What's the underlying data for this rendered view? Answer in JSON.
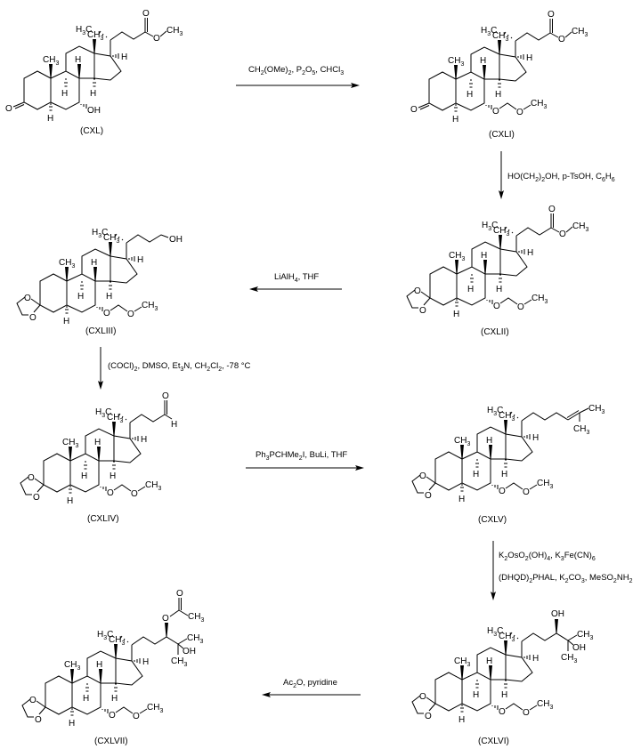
{
  "scheme": {
    "compounds": [
      {
        "id": "CXL",
        "label": "(CXL)"
      },
      {
        "id": "CXLI",
        "label": "(CXLI)"
      },
      {
        "id": "CXLII",
        "label": "(CXLII)"
      },
      {
        "id": "CXLIII",
        "label": "(CXLIII)"
      },
      {
        "id": "CXLIV",
        "label": "(CXLIV)"
      },
      {
        "id": "CXLV",
        "label": "(CXLV)"
      },
      {
        "id": "CXLVI",
        "label": "(CXLVI)"
      },
      {
        "id": "CXLVII",
        "label": "(CXLVII)"
      }
    ],
    "reactions": [
      {
        "from": "CXL",
        "to": "CXLI",
        "direction": "right",
        "conditions": [
          "CH2(OMe)2, P2O5, CHCl3"
        ]
      },
      {
        "from": "CXLI",
        "to": "CXLII",
        "direction": "down",
        "conditions": [
          "HO(CH2)2OH, p-TsOH, C6H6"
        ]
      },
      {
        "from": "CXLII",
        "to": "CXLIII",
        "direction": "left",
        "conditions": [
          "LiAlH4, THF"
        ]
      },
      {
        "from": "CXLIII",
        "to": "CXLIV",
        "direction": "down",
        "conditions": [
          "(COCl)2, DMSO, Et3N, CH2Cl2, -78 °C"
        ]
      },
      {
        "from": "CXLIV",
        "to": "CXLV",
        "direction": "right",
        "conditions": [
          "Ph3PCHMe2I, BuLi, THF"
        ]
      },
      {
        "from": "CXLV",
        "to": "CXLVI",
        "direction": "down",
        "conditions": [
          "K2OsO2(OH)4, K3Fe(CN)6",
          "(DHQD)2PHAL, K2CO3, MeSO2NH2"
        ]
      },
      {
        "from": "CXLVI",
        "to": "CXLVII",
        "direction": "left",
        "conditions": [
          "Ac2O, pyridine"
        ]
      }
    ],
    "text": {
      "ch3": "CH",
      "h3c": "H",
      "c": "C",
      "h": "H",
      "o": "O",
      "oh": "OH",
      "three": "3",
      "cond1": {
        "a": "CH",
        "b": "2",
        "c": "(OMe)",
        "d": "2",
        "e": ", P",
        "f": "2",
        "g": "O",
        "h": "5",
        "i": ", CHCl",
        "j": "3"
      },
      "cond2": {
        "a": "HO(CH",
        "b": "2",
        "c": ")",
        "d": "2",
        "e": "OH, p-TsOH, C",
        "f": "6",
        "g": "H",
        "h": "6"
      },
      "cond3": {
        "a": "LiAlH",
        "b": "4",
        "c": ", THF"
      },
      "cond4": {
        "a": "(COCl)",
        "b": "2",
        "c": ", DMSO, Et",
        "d": "3",
        "e": "N, CH",
        "f": "2",
        "g": "Cl",
        "h": "2",
        "i": ", -78 °C"
      },
      "cond5": {
        "a": "Ph",
        "b": "3",
        "c": "PCHMe",
        "d": "2",
        "e": "I, BuLi, THF"
      },
      "cond6a": {
        "a": "K",
        "b": "2",
        "c": "OsO",
        "d": "2",
        "e": "(OH)",
        "f": "4",
        "g": ", K",
        "h": "3",
        "i": "Fe(CN)",
        "j": "6"
      },
      "cond6b": {
        "a": "(DHQD)",
        "b": "2",
        "c": "PHAL, K",
        "d": "2",
        "e": "CO",
        "f": "3",
        "g": ", MeSO",
        "h": "2",
        "i": "NH",
        "j": "2"
      },
      "cond7": {
        "a": "Ac",
        "b": "2",
        "c": "O, pyridine"
      }
    }
  }
}
